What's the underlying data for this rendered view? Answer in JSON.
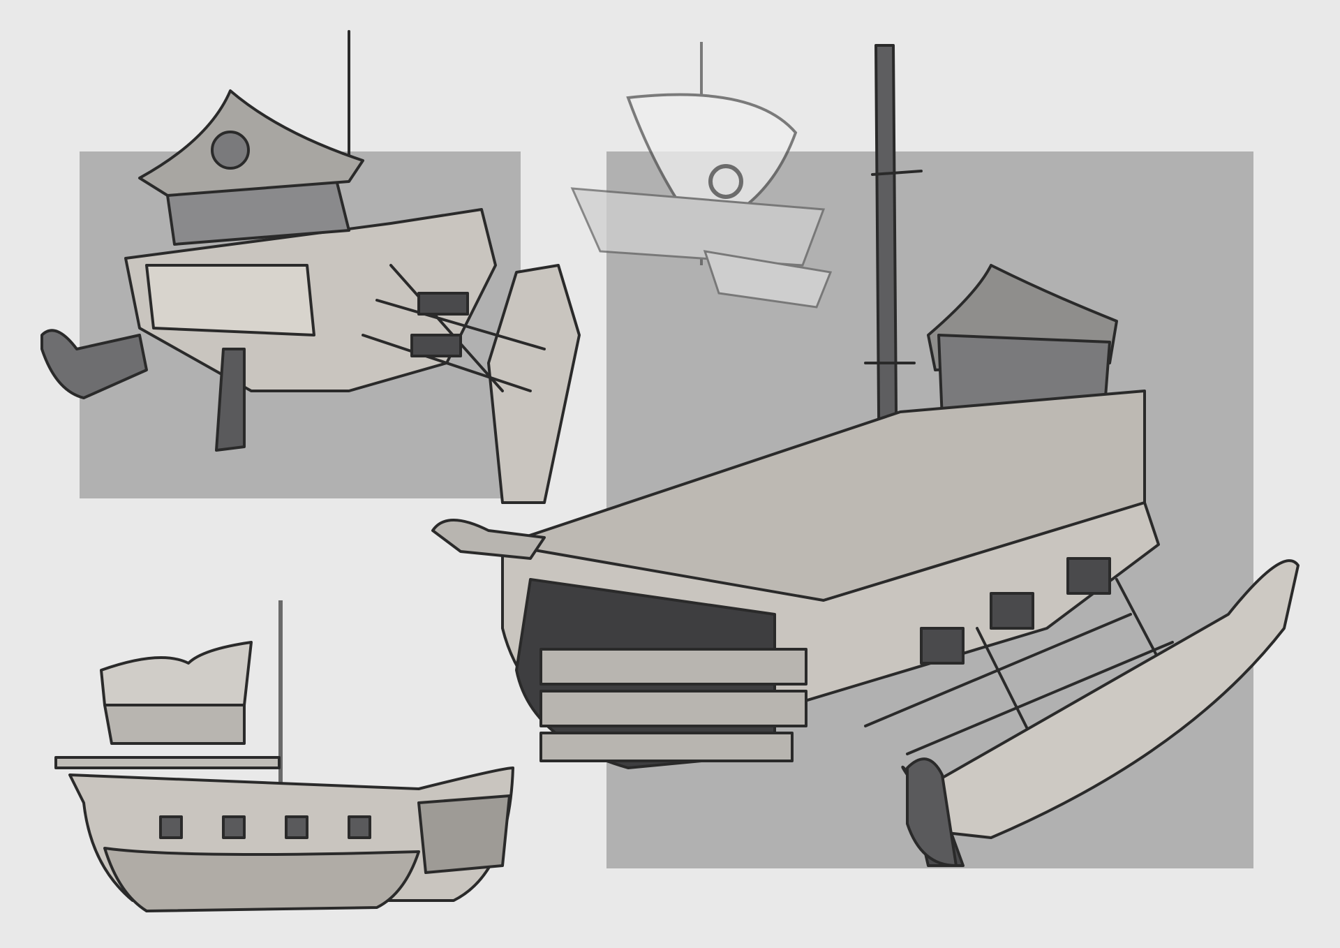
{
  "artwork": {
    "colors": {
      "background": "#e9e9e9",
      "panel": "#b1b1b1",
      "hull_light": "#c9c5bf",
      "hull_dark": "#6e6e70",
      "ink": "#2a2a2a"
    },
    "sketches": [
      {
        "id": "outrigger-ship-rear-view"
      },
      {
        "id": "sailing-ship-small-view"
      },
      {
        "id": "outrigger-ship-main-view"
      },
      {
        "id": "ship-side-view"
      }
    ]
  }
}
